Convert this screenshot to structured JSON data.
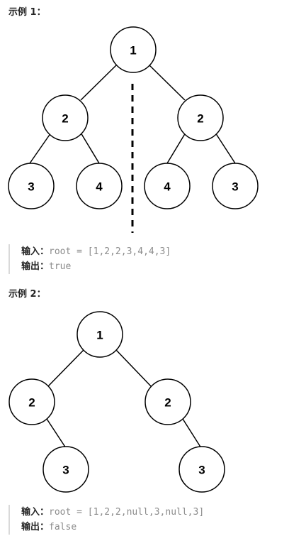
{
  "example1": {
    "heading": "示例 1：",
    "tree": {
      "nodes": [
        "1",
        "2",
        "2",
        "3",
        "4",
        "4",
        "3"
      ],
      "symmetry_axis": true
    },
    "input_label": "输入：",
    "input_value": "root = [1,2,2,3,4,4,3]",
    "output_label": "输出：",
    "output_value": "true"
  },
  "example2": {
    "heading": "示例 2：",
    "tree": {
      "nodes": [
        "1",
        "2",
        "2",
        "3",
        "3"
      ]
    },
    "input_label": "输入：",
    "input_value": "root = [1,2,2,null,3,null,3]",
    "output_label": "输出：",
    "output_value": "false"
  }
}
